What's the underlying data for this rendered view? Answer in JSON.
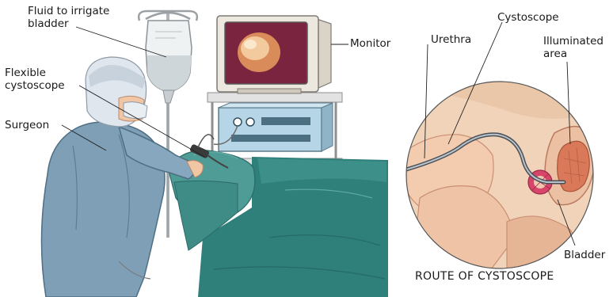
{
  "labels": {
    "fluid_line1": "Fluid to irrigate",
    "fluid_line2": "bladder",
    "flexible_line1": "Flexible",
    "flexible_line2": "cystoscope",
    "surgeon": "Surgeon",
    "monitor": "Monitor",
    "urethra": "Urethra",
    "cystoscope": "Cystoscope",
    "illuminated_line1": "Illuminated",
    "illuminated_line2": "area",
    "bladder": "Bladder"
  },
  "caption": "ROUTE OF CYSTOSCOPE",
  "colors": {
    "gown": "#7e9fb6",
    "drape": "#2f7f7a",
    "drape_light": "#4f9b95",
    "skin": "#f1c6a4",
    "tissue": "#eec6a7",
    "tissue_dark": "#d79a83",
    "monitor_case": "#ede8df",
    "screen_bg": "#7b2440",
    "cart": "#dcdcdc",
    "unit_blue": "#b6d6e8"
  }
}
